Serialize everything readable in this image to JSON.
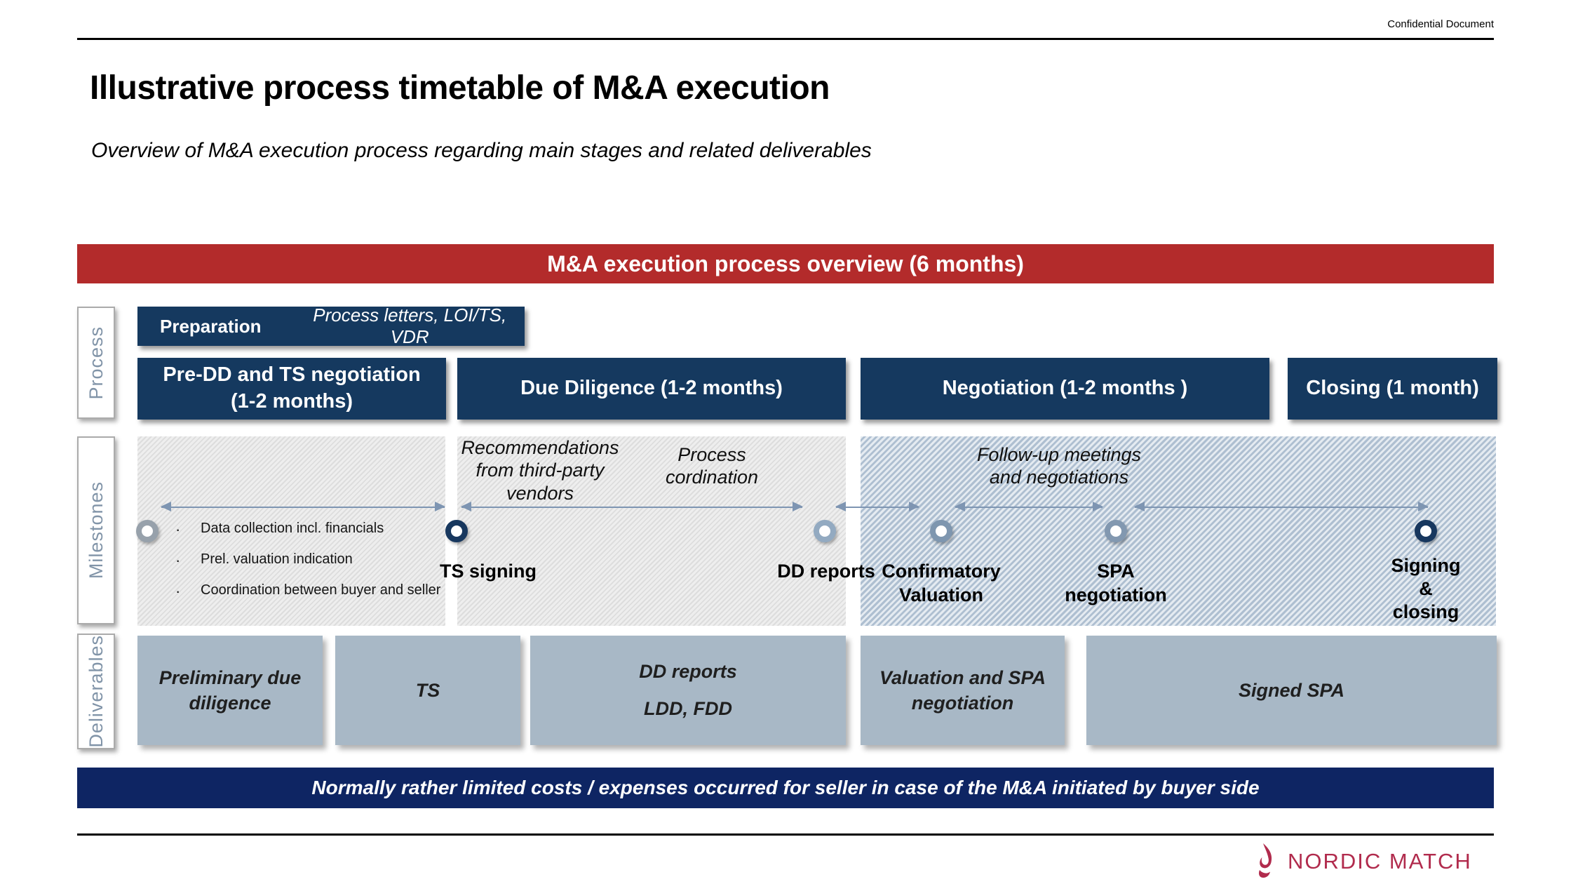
{
  "page": {
    "confidential": "Confidential Document"
  },
  "header": {
    "title": "Illustrative process timetable of M&A execution",
    "subtitle": "Overview of M&A execution process regarding main stages and related deliverables"
  },
  "banner": {
    "label": "M&A execution process overview (6 months)"
  },
  "row_labels": {
    "process": "Process",
    "milestones": "Milestones",
    "deliverables": "Deliverables"
  },
  "process": {
    "preparation": {
      "label": "Preparation",
      "detail": "Process letters, LOI/TS, VDR"
    },
    "stages": [
      {
        "label": "Pre-DD and TS negotiation\n(1-2 months)"
      },
      {
        "label": "Due Diligence (1-2 months)"
      },
      {
        "label": "Negotiation (1-2 months )"
      },
      {
        "label": "Closing (1 month)"
      }
    ]
  },
  "milestones": {
    "bullets": [
      "Data collection incl. financials",
      "Prel. valuation indication",
      "Coordination between buyer and seller"
    ],
    "annotations": [
      {
        "text": "Recommendations\nfrom third-party\nvendors"
      },
      {
        "text": "Process\ncordination"
      },
      {
        "text": "Follow-up meetings\nand negotiations"
      }
    ],
    "markers": [
      {
        "label": "TS signing"
      },
      {
        "label": "DD reports"
      },
      {
        "label": "Confirmatory\nValuation"
      },
      {
        "label": "SPA\nnegotiation"
      },
      {
        "label": "Signing\n&\nclosing"
      }
    ]
  },
  "deliverables": [
    {
      "label": "Preliminary due\ndiligence"
    },
    {
      "label": "TS"
    },
    {
      "label": "DD reports\nLDD, FDD"
    },
    {
      "label": "Valuation and SPA\nnegotiation"
    },
    {
      "label": "Signed SPA"
    }
  ],
  "cost_note": {
    "label": "Normally rather limited costs / expenses occurred for seller in case of the M&A initiated by buyer side"
  },
  "logo": {
    "text": "NORDIC MATCH"
  },
  "colors": {
    "navy_box": "#15395F",
    "note_banner_navy": "#0E2563",
    "overview_banner_red": "#B32B2B",
    "timeline_steel_blue": "#7E95B2",
    "deliverable_gray_blue": "#A8B8C6",
    "logo_red": "#B12B4D"
  }
}
